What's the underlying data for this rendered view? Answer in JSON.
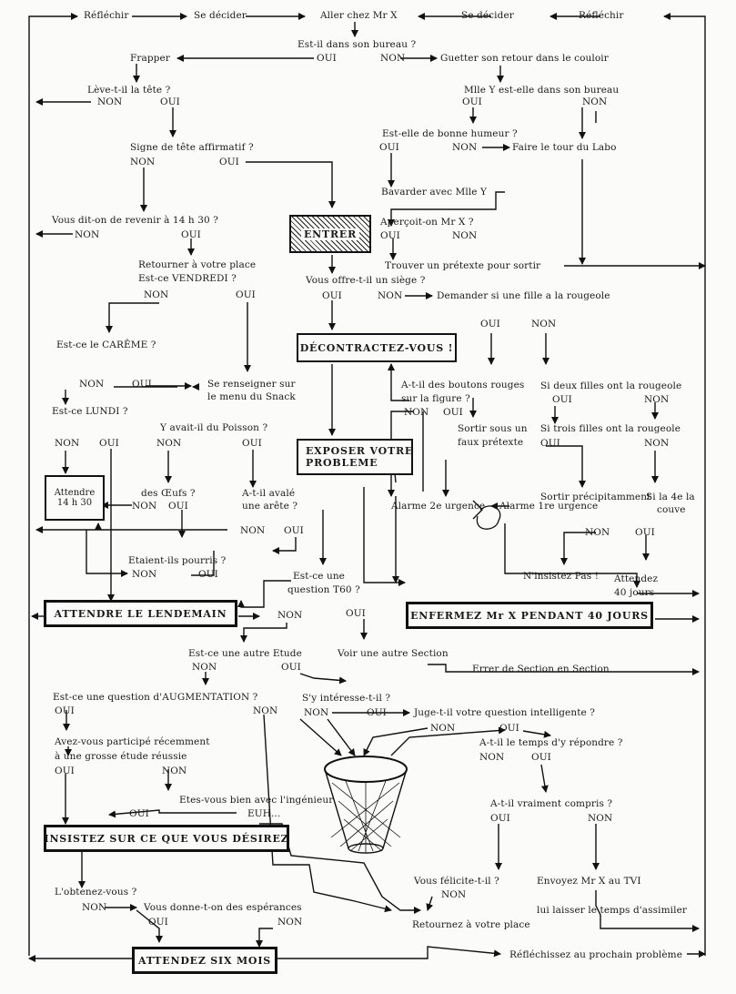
{
  "top": {
    "reflechir_left": "Réfléchir",
    "se_decider_left": "Se décider",
    "aller": "Aller chez Mr X",
    "se_decider_right": "Se décider",
    "reflechir_right": "Réfléchir"
  },
  "nodes": {
    "bureau_q": "Est-il dans son bureau ?",
    "frapper": "Frapper",
    "oui_1": "OUI",
    "non_1": "NON",
    "guetter": "Guetter son retour dans le couloir",
    "leve_q": "Lève-t-il la tête ?",
    "leve_non": "NON",
    "leve_oui": "OUI",
    "mlle_q": "Mlle Y est-elle dans son bureau",
    "mlle_oui": "OUI",
    "mlle_non": "NON",
    "humeur_q": "Est-elle de bonne humeur ?",
    "humeur_oui": "OUI",
    "humeur_non": "NON",
    "tour_labo": "Faire le tour du Labo",
    "signe_q": "Signe de tête affirmatif ?",
    "signe_non": "NON",
    "signe_oui": "OUI",
    "bavarder": "Bavarder avec Mlle Y",
    "entrer": "ENTRER",
    "apercoit_q": "Aperçoit-on Mr X ?",
    "apercoit_oui": "OUI",
    "apercoit_non": "NON",
    "revenir_q": "Vous dit-on de revenir à 14 h 30 ?",
    "revenir_non": "NON",
    "revenir_oui": "OUI",
    "pretexte": "Trouver un prétexte pour sortir",
    "retourner_place": "Retourner à votre place",
    "vendredi_q": "Est-ce VENDREDI ?",
    "vendredi_non": "NON",
    "vendredi_oui": "OUI",
    "siege_q": "Vous offre-t-il un siège ?",
    "siege_oui": "OUI",
    "siege_non": "NON",
    "rougeole": "Demander si une fille a la rougeole",
    "careme_q": "Est-ce le CARÊME ?",
    "decontractez": "DÉCONTRACTEZ-VOUS !",
    "r_oui": "OUI",
    "r_non": "NON",
    "careme_non": "NON",
    "careme_oui": "OUI",
    "renseigner_1": "Se renseigner sur",
    "renseigner_2": "le menu du Snack",
    "boutons_1": "A-t-il des boutons rouges",
    "boutons_2": "sur la figure ?",
    "deux_filles_1": "Si deux filles ont la rougeole",
    "deux_oui": "OUI",
    "deux_non": "NON",
    "boutons_non": "NON",
    "boutons_oui": "OUI",
    "lundi_q": "Est-ce LUNDI ?",
    "poisson_q": "Y avait-il du Poisson ?",
    "lundi_non": "NON",
    "lundi_oui": "OUI",
    "poisson_non": "NON",
    "poisson_oui": "OUI",
    "sortir_faux_1": "Sortir sous un",
    "sortir_faux_2": "faux prétexte",
    "trois_filles": "Si trois filles ont la rougeole",
    "trois_oui": "OUI",
    "trois_non": "NON",
    "exposer_1": "EXPOSER VOTRE",
    "exposer_2": "PROBLEME",
    "attendre_1": "Attendre",
    "attendre_2": "14 h 30",
    "oeufs_q": "des Œufs ?",
    "oeufs_non": "NON",
    "oeufs_oui": "OUI",
    "arete_1": "A-t-il avalé",
    "arete_2": "une arête ?",
    "sortir_precip": "Sortir précipitamment",
    "quatrieme_1": "Si la 4e la",
    "quatrieme_2": "couve",
    "alarme2": "Alarme 2e urgence",
    "alarme1": "Alarme 1re urgence",
    "arete_non": "NON",
    "arete_oui": "OUI",
    "precip_non": "NON",
    "precip_oui": "OUI",
    "pourris_q": "Etaient-ils pourris ?",
    "pourris_non": "NON",
    "pourris_oui": "OUI",
    "insistez_pas": "N'insistez Pas !",
    "attendez_1": "Attendez",
    "attendez_2": "40 jours",
    "t60_1": "Est-ce une",
    "t60_2": "question T60 ?",
    "lendemain": "ATTENDRE LE LENDEMAIN",
    "t60_non": "NON",
    "t60_oui": "OUI",
    "enfermez": "ENFERMEZ Mr X PENDANT 40 JOURS",
    "autre_etude_q": "Est-ce une autre Etude",
    "voir_section": "Voir une autre Section",
    "etude_non": "NON",
    "etude_oui": "OUI",
    "errer": "Errer de Section en Section",
    "augmentation_q": "Est-ce une question d'AUGMENTATION ?",
    "interesse_q": "S'y intéresse-t-il ?",
    "aug_oui": "OUI",
    "aug_non": "NON",
    "int_non": "NON",
    "int_oui": "OUI",
    "intelligente_q": "Juge-t-il votre question intelligente ?",
    "intel_non": "NON",
    "intel_oui": "OUI",
    "participe_1": "Avez-vous participé récemment",
    "participe_2": "à une grosse étude réussie",
    "temps_q": "A-t-il le temps d'y répondre ?",
    "temps_non": "NON",
    "temps_oui": "OUI",
    "part_oui": "OUI",
    "part_non": "NON",
    "ingenieur_q": "Etes-vous bien avec l'ingénieur",
    "ing_oui": "OUI",
    "ing_euh": "EUH...",
    "compris_q": "A-t-il vraiment compris ?",
    "compris_oui": "OUI",
    "compris_non": "NON",
    "insistez": "INSISTEZ SUR CE QUE VOUS DÉSIREZ",
    "obtenez_q": "L'obtenez-vous ?",
    "felicite_q": "Vous félicite-t-il ?",
    "felicite_non": "NON",
    "tvi": "Envoyez Mr X au TVI",
    "obt_non": "NON",
    "esperances": "Vous donne-t-on des espérances",
    "esp_oui": "OUI",
    "esp_non": "NON",
    "assimiler": "lui laisser le temps d'assimiler",
    "retournez": "Retournez à votre place",
    "six_mois": "ATTENDEZ SIX MOIS",
    "prochain": "Réfléchissez au prochain problème"
  }
}
